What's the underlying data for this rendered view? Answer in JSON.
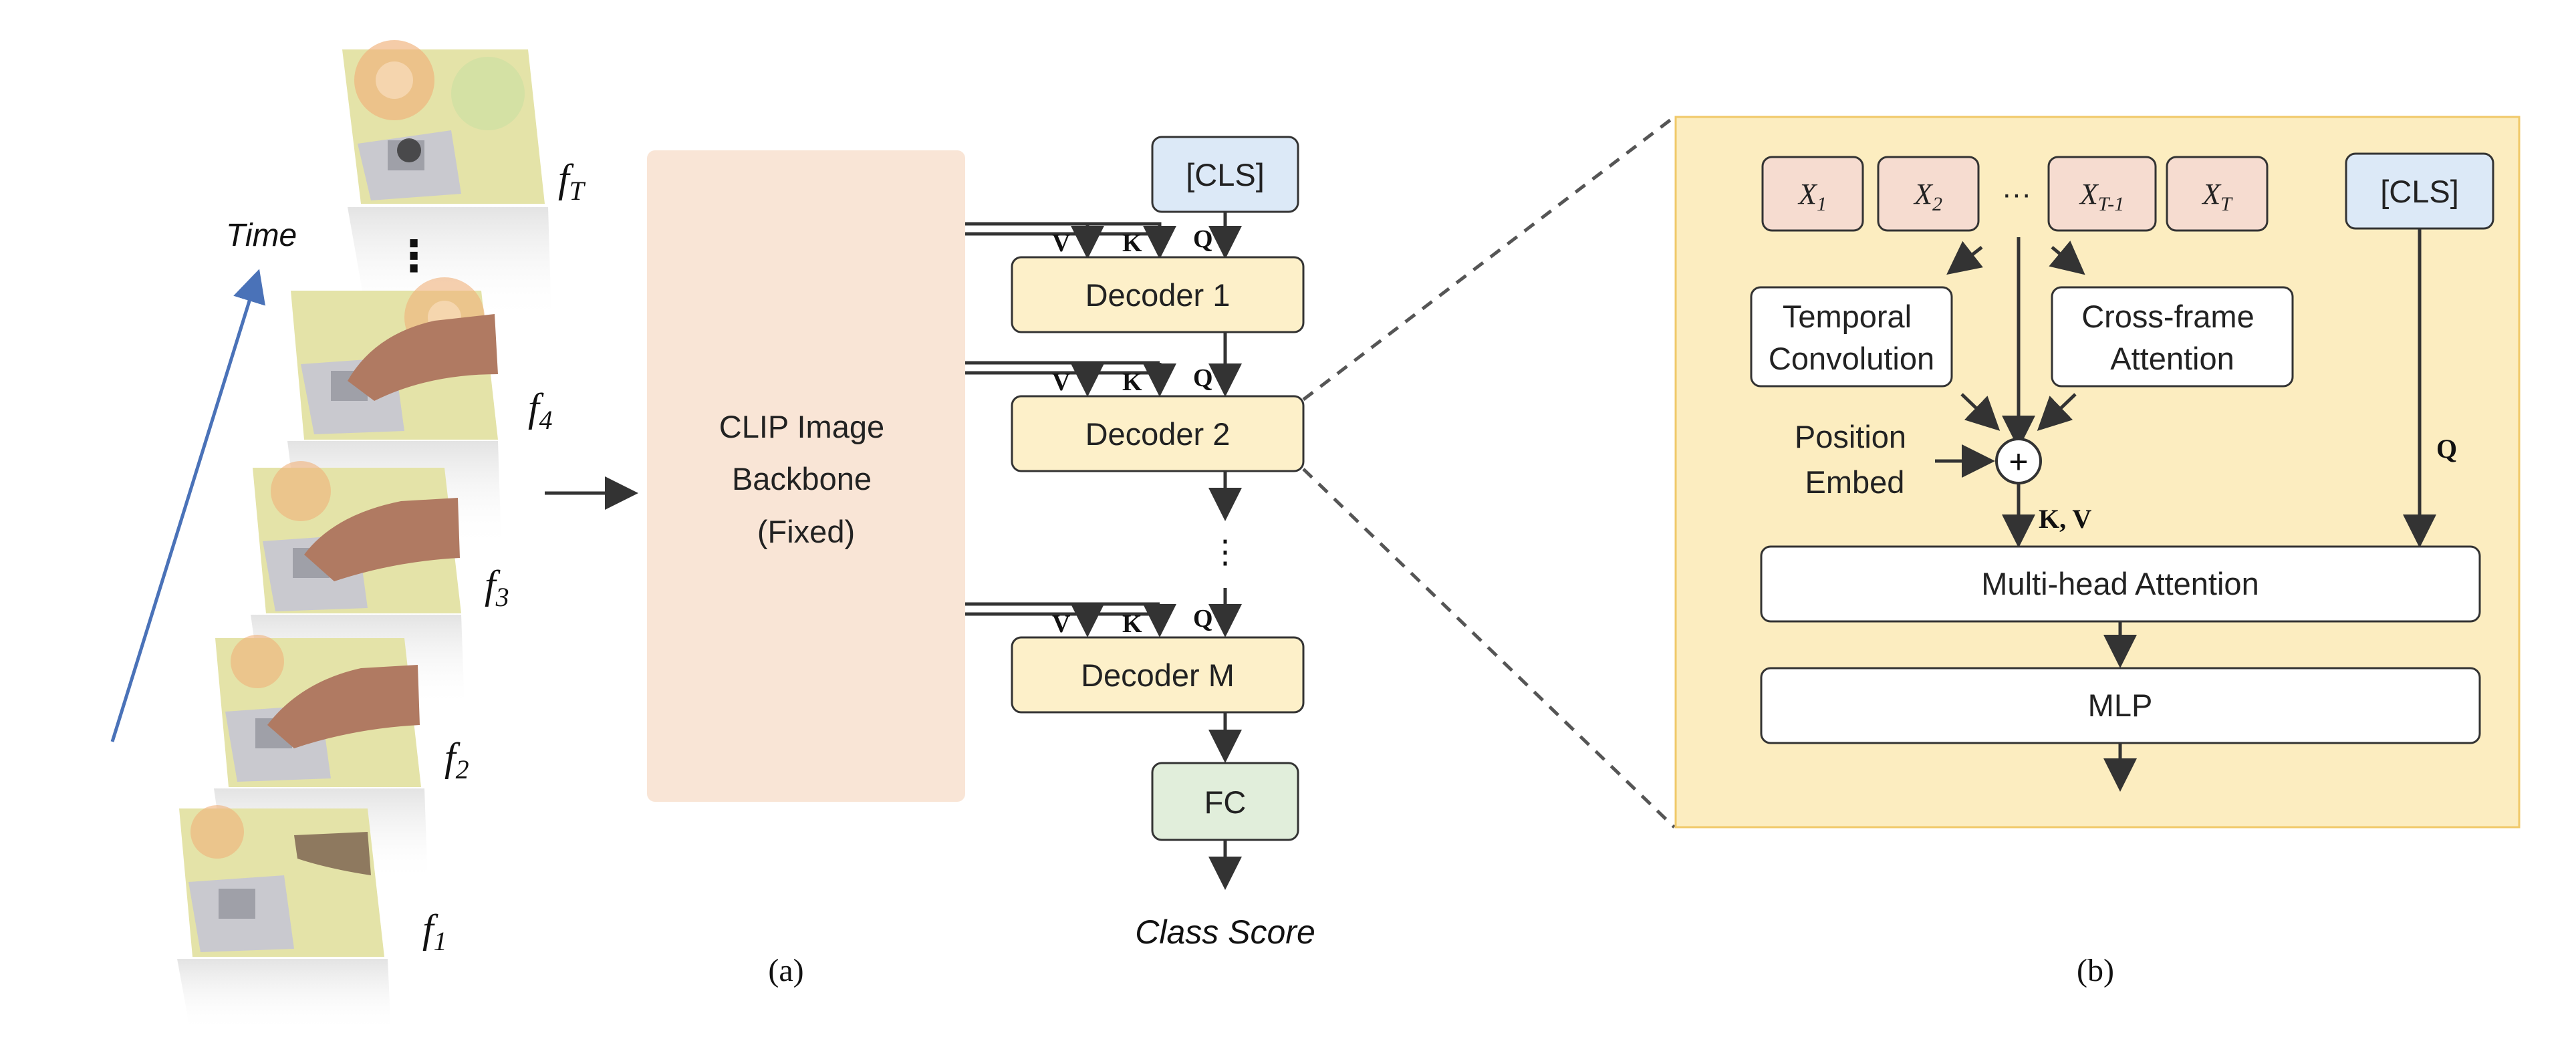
{
  "panel_a": {
    "time_label": "Time",
    "frames": [
      {
        "sub": "T"
      },
      {
        "sub": "4"
      },
      {
        "sub": "3"
      },
      {
        "sub": "2"
      },
      {
        "sub": "1"
      }
    ],
    "frame_letter": "f",
    "backbone": [
      "CLIP Image",
      "Backbone",
      "(Fixed)"
    ],
    "cls": "[CLS]",
    "decoders": [
      "Decoder 1",
      "Decoder 2",
      "Decoder M"
    ],
    "v": "V",
    "k": "K",
    "q": "Q",
    "ellipsis": "⋮",
    "fc": "FC",
    "class_score": "Class Score",
    "caption": "(a)"
  },
  "panel_b": {
    "tokens": [
      {
        "base": "X",
        "sub": "1"
      },
      {
        "base": "X",
        "sub": "2"
      },
      {
        "base": "X",
        "sub": "T-1"
      },
      {
        "base": "X",
        "sub": "T"
      }
    ],
    "dots": "···",
    "cls": "[CLS]",
    "temporal": [
      "Temporal",
      "Convolution"
    ],
    "cross": [
      "Cross-frame",
      "Attention"
    ],
    "plus": "+",
    "position": [
      "Position",
      "Embed"
    ],
    "kv": "K, V",
    "q": "Q",
    "mha": "Multi-head Attention",
    "mlp": "MLP",
    "caption": "(b)"
  },
  "colors": {
    "backbone": "#f9e5d6",
    "cls": "#dce9f7",
    "decoder": "#fdf0c9",
    "fc": "#e1eedb",
    "token": "#f6dcd0",
    "panel_b": "#fcedc0",
    "panel_b_border": "#f0c969",
    "time_arrow": "#4a72b8",
    "line": "#333333"
  }
}
